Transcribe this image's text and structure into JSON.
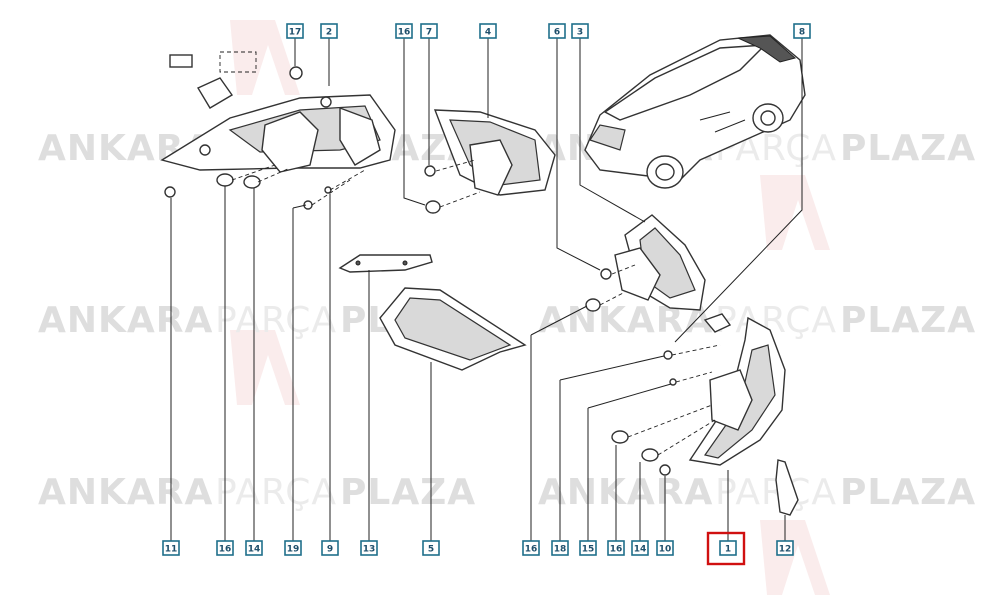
{
  "watermark": {
    "brand_word_1": "ANKARA",
    "brand_word_2": "PARÇA",
    "brand_word_3": "PLAZA"
  },
  "highlight": {
    "color": "#d01010",
    "callout_number": "1"
  },
  "accent_color": "#1f6f8b",
  "callouts": [
    {
      "id": "c17",
      "number": "17"
    },
    {
      "id": "c2",
      "number": "2"
    },
    {
      "id": "c16a",
      "number": "16"
    },
    {
      "id": "c7",
      "number": "7"
    },
    {
      "id": "c4",
      "number": "4"
    },
    {
      "id": "c6",
      "number": "6"
    },
    {
      "id": "c3",
      "number": "3"
    },
    {
      "id": "c8",
      "number": "8"
    },
    {
      "id": "c11",
      "number": "11"
    },
    {
      "id": "c16b",
      "number": "16"
    },
    {
      "id": "c14a",
      "number": "14"
    },
    {
      "id": "c19",
      "number": "19"
    },
    {
      "id": "c9",
      "number": "9"
    },
    {
      "id": "c13",
      "number": "13"
    },
    {
      "id": "c5",
      "number": "5"
    },
    {
      "id": "c16c",
      "number": "16"
    },
    {
      "id": "c18",
      "number": "18"
    },
    {
      "id": "c15",
      "number": "15"
    },
    {
      "id": "c16d",
      "number": "16"
    },
    {
      "id": "c14b",
      "number": "14"
    },
    {
      "id": "c10",
      "number": "10"
    },
    {
      "id": "c1",
      "number": "1"
    },
    {
      "id": "c12",
      "number": "12"
    }
  ]
}
